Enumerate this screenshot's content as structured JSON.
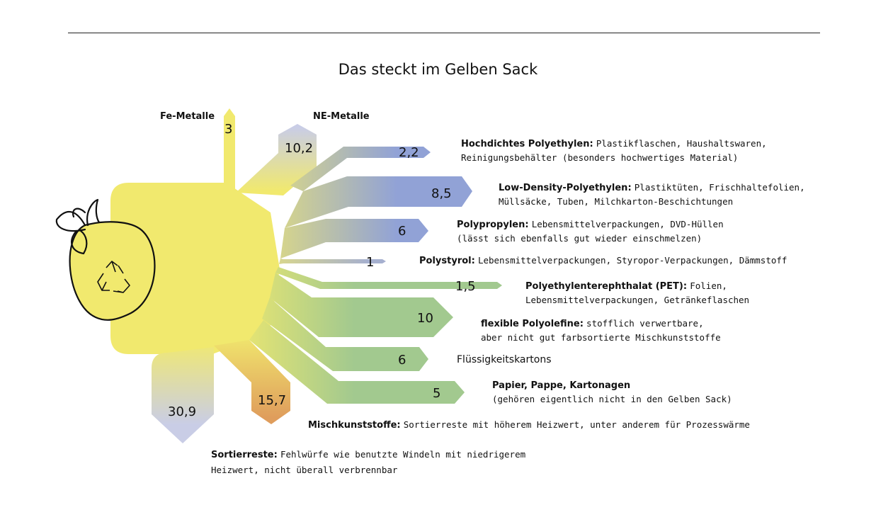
{
  "chart_data": {
    "type": "sankey",
    "title": "Das steckt im Gelben Sack",
    "flows": [
      {
        "key": "fe",
        "name": "Fe-Metalle",
        "value": "3",
        "description": "",
        "color": "#f1e96e"
      },
      {
        "key": "ne",
        "name": "NE-Metalle",
        "value": "10,2",
        "description": "",
        "color": "#c9cde6"
      },
      {
        "key": "hdpe",
        "name": "Hochdichtes Polyethylen:",
        "value": "2,2",
        "description": "Plastikflaschen, Haushaltswaren,",
        "description2": "Reinigungsbehälter (besonders hochwertiges Material)",
        "color": "#91a2d6"
      },
      {
        "key": "ldpe",
        "name": "Low-Density-Polyethylen:",
        "value": "8,5",
        "description": "Plastiktüten, Frischhaltefolien,",
        "description2": "Müllsäcke, Tuben, Milchkarton-Beschichtungen",
        "color": "#91a2d6"
      },
      {
        "key": "pp",
        "name": "Polypropylen:",
        "value": "6",
        "description": "Lebensmittelverpackungen, DVD-Hüllen",
        "description2": "(lässt sich ebenfalls gut wieder einschmelzen)",
        "color": "#91a2d6"
      },
      {
        "key": "ps",
        "name": "Polystyrol:",
        "value": "1",
        "description": "Lebensmittelverpackungen, Styropor-Verpackungen, Dämmstoff",
        "description2": "",
        "color": "#a6b0cf"
      },
      {
        "key": "pet",
        "name": "Polyethylenterephthalat (PET):",
        "value": "1,5",
        "description": "Folien,",
        "description2": "Lebensmittelverpackungen, Getränkeflaschen",
        "color": "#a2c98f"
      },
      {
        "key": "flex",
        "name": "flexible Polyolefine:",
        "value": "10",
        "description": "stofflich verwertbare,",
        "description2": "aber nicht gut farbsortierte Mischkunststoffe",
        "color": "#a2c98f"
      },
      {
        "key": "fk",
        "name": "Flüssigkeitskartons",
        "value": "6",
        "description": "",
        "description2": "",
        "color": "#a2c98f"
      },
      {
        "key": "pap",
        "name": "Papier, Pappe, Kartonagen",
        "value": "5",
        "description": "",
        "description2": "(gehören eigentlich nicht in den Gelben Sack)",
        "color": "#a2c98f"
      },
      {
        "key": "misch",
        "name": "Mischkunststoffe:",
        "value": "15,7",
        "description": "Sortierreste mit höherem Heizwert, unter anderem für Prozesswärme",
        "description2": "",
        "color": "#df9d5c"
      },
      {
        "key": "sort",
        "name": "Sortierreste:",
        "value": "30,9",
        "description": "Fehlwürfe wie benutzte Windeln mit niedrigerem",
        "description2": "Heizwert, nicht überall verbrennbar",
        "color": "#c9cde6"
      }
    ],
    "source_color": "#f1e96e",
    "icons": [
      "garbage-bag-icon",
      "recycle-icon"
    ]
  }
}
